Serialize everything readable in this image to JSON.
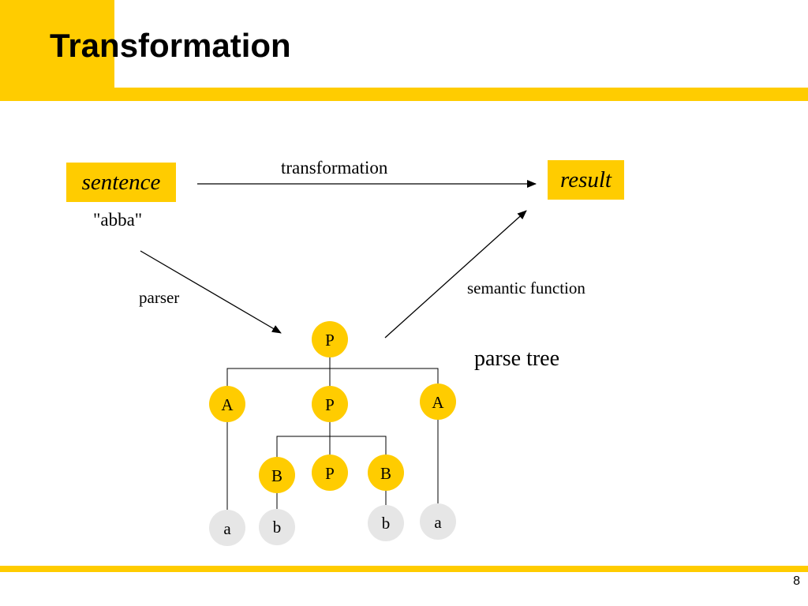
{
  "slide": {
    "title": "Transformation",
    "page_number": "8",
    "accent_color": "#FFCC00",
    "leaf_color": "#E6E6E6"
  },
  "diagram": {
    "source_box": "sentence",
    "source_example": "\"abba\"",
    "target_box": "result",
    "arrow_transformation": "transformation",
    "arrow_parser": "parser",
    "arrow_semantic": "semantic function",
    "tree_caption": "parse tree",
    "nodes": {
      "root": "P",
      "left_a": "A",
      "mid_p": "P",
      "right_a": "A",
      "left_b": "B",
      "inner_p": "P",
      "right_b": "B"
    },
    "leaves": {
      "leaf_a1": "a",
      "leaf_b1": "b",
      "leaf_b2": "b",
      "leaf_a2": "a"
    }
  }
}
